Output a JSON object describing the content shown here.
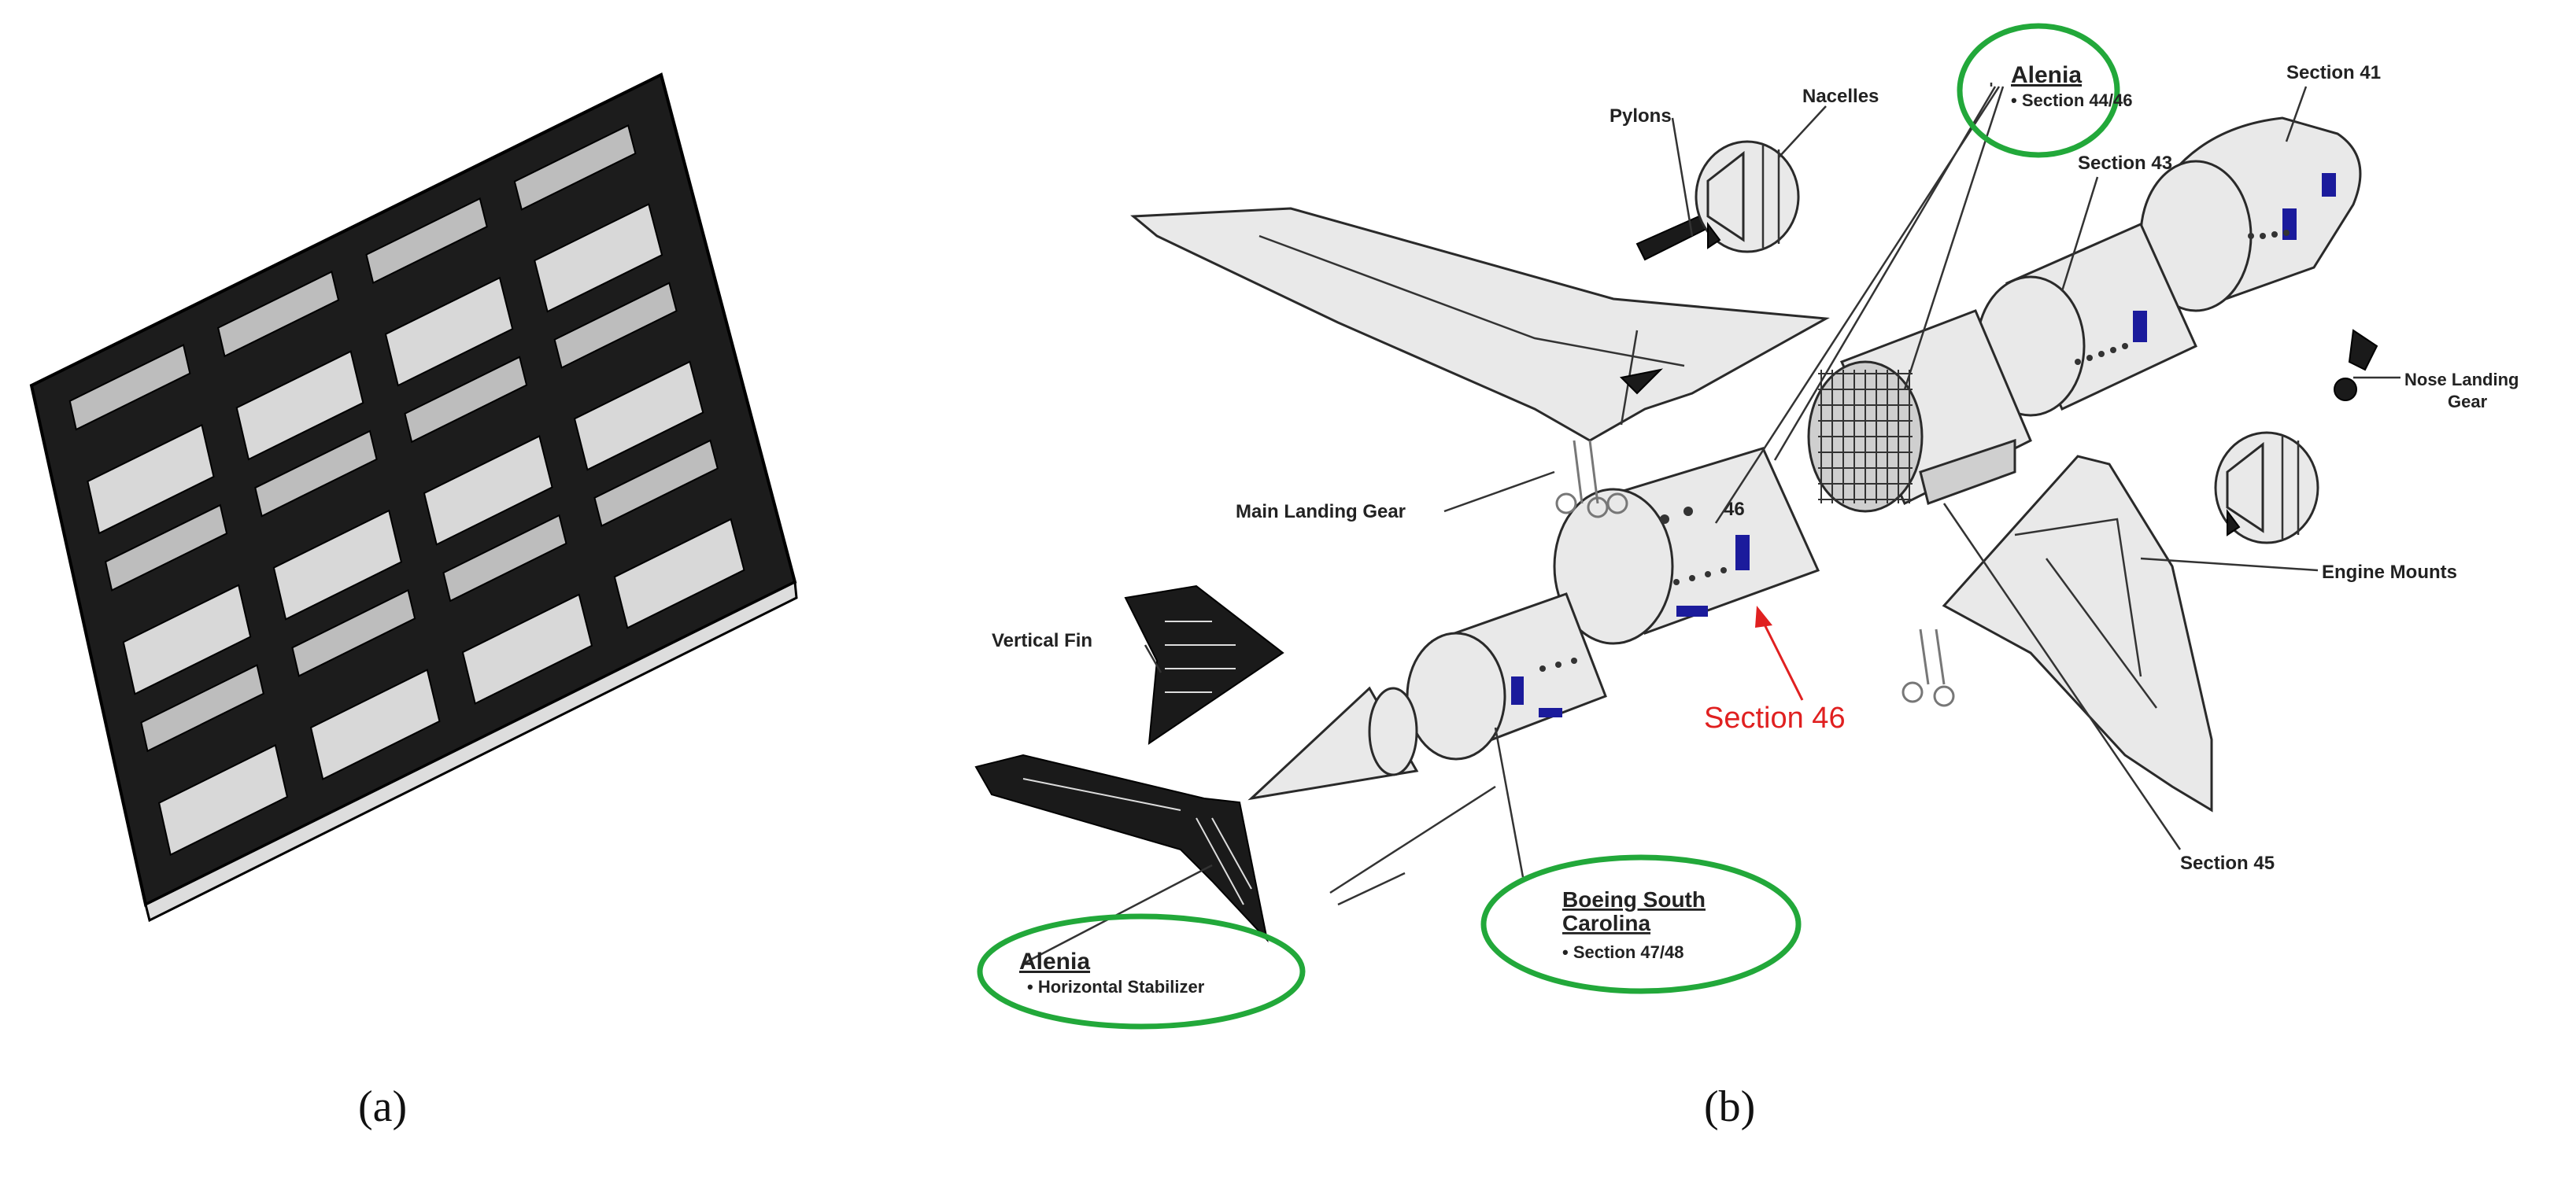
{
  "panel_a": {
    "caption": "(a)"
  },
  "panel_b": {
    "caption": "(b)",
    "labels": {
      "pylons": "Pylons",
      "nacelles": "Nacelles",
      "section_41": "Section 41",
      "section_43": "Section 43",
      "section_45": "Section 45",
      "nose_landing_gear_line1": "Nose Landing",
      "nose_landing_gear_line2": "Gear",
      "engine_mounts": "Engine Mounts",
      "main_landing_gear": "Main Landing Gear",
      "vertical_fin": "Vertical Fin",
      "section_46_number": "46",
      "section_46_callout": "Section 46"
    },
    "suppliers": {
      "alenia_top": {
        "name": "Alenia",
        "item": "• Section 44/46"
      },
      "alenia_bottom": {
        "name": "Alenia",
        "item": "• Horizontal Stabilizer"
      },
      "boeing_sc": {
        "name_line1": "Boeing South",
        "name_line2": "Carolina",
        "item": "• Section 47/48"
      }
    },
    "colors": {
      "highlight_ellipse": "#22a83a",
      "callout": "#e02020",
      "window": "#1b1b9c"
    }
  }
}
